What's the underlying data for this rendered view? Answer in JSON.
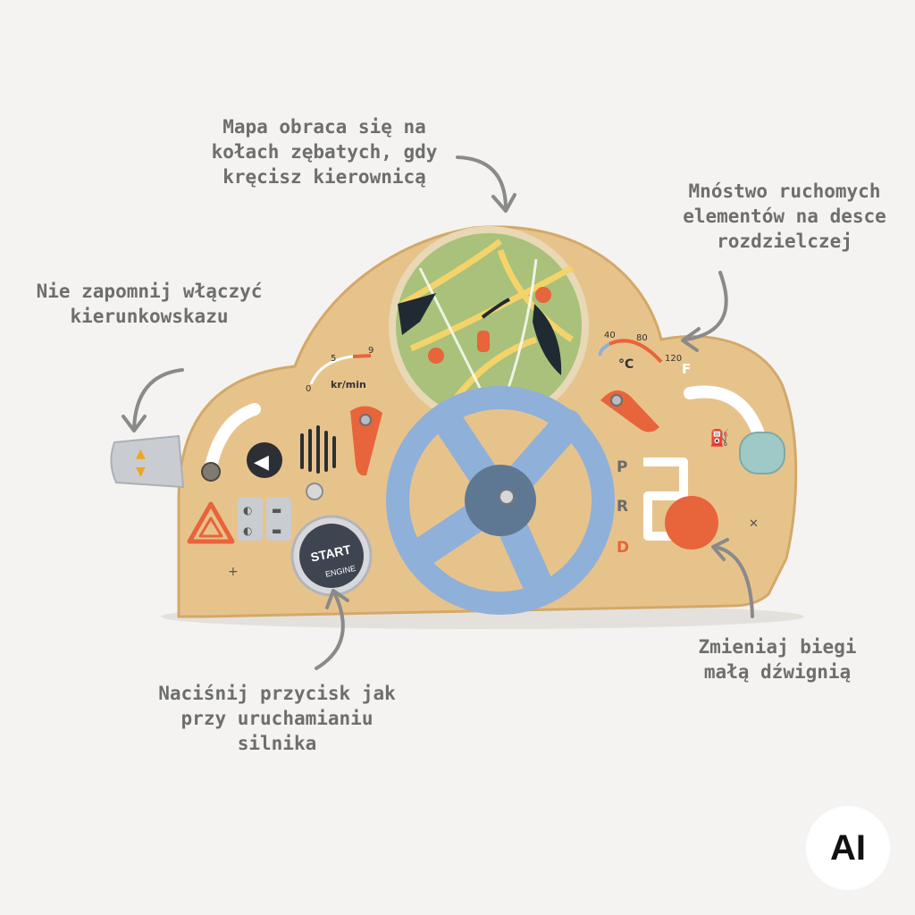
{
  "captions": {
    "map": "Mapa obraca się na\nkołach zębatych, gdy\nkręcisz kierownicą",
    "parts": "Mnóstwo ruchomych\nelementów na desce\nrozdzielczej",
    "blinker": "Nie zapomnij włączyć\nkierunkowskazu",
    "start": "Naciśnij przycisk jak\nprzy uruchamianiu silnika",
    "gear": "Zmieniaj biegi\nmałą dźwignią"
  },
  "dashboard": {
    "rpm_label": "kr/min",
    "rpm_ticks": [
      "0",
      "5",
      "9"
    ],
    "temp_ticks": [
      "40",
      "80",
      "120"
    ],
    "temp_unit": "°C",
    "fuel_letter": "F",
    "gears": [
      "P",
      "R",
      "D"
    ],
    "start_button_line1": "START",
    "start_button_line2": "ENGINE"
  },
  "badge": "AI",
  "colors": {
    "wood": "#e7c38c",
    "wheel": "#8fb0d8",
    "orange": "#e8643a",
    "map_green": "#a9c17a",
    "caption": "#6e6e6e"
  }
}
